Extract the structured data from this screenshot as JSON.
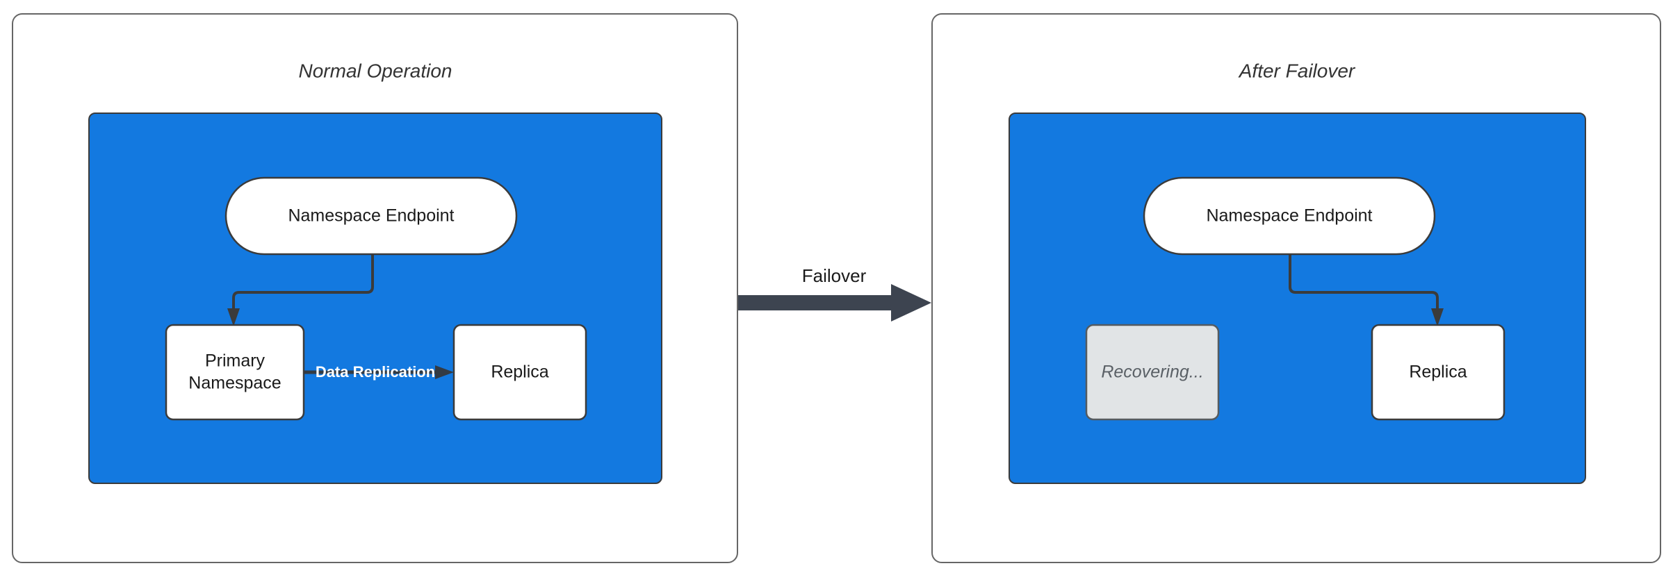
{
  "diagram": {
    "kind": "failover-architecture-diagram",
    "background_color": "#ffffff",
    "accent_blue": "#1379e0",
    "muted_gray": "#e1e4e6",
    "stroke_dark": "#3b3b3b",
    "arrow_dark": "#3d4450",
    "panels": [
      {
        "id": "normal-operation",
        "title": "Normal Operation",
        "nodes": [
          {
            "id": "endpoint-left",
            "label": "Namespace Endpoint",
            "shape": "pill",
            "style": "white"
          },
          {
            "id": "primary-namespace",
            "label": "Primary\nNamespace",
            "line1": "Primary",
            "line2": "Namespace",
            "shape": "rect",
            "style": "white"
          },
          {
            "id": "replica-left",
            "label": "Replica",
            "shape": "rect",
            "style": "white"
          }
        ],
        "edges": [
          {
            "id": "endpoint-to-primary",
            "from": "endpoint-left",
            "to": "primary-namespace",
            "label": ""
          },
          {
            "id": "primary-to-replica",
            "from": "primary-namespace",
            "to": "replica-left",
            "label": "Data Replication"
          }
        ]
      },
      {
        "id": "after-failover",
        "title": "After Failover",
        "nodes": [
          {
            "id": "endpoint-right",
            "label": "Namespace Endpoint",
            "shape": "pill",
            "style": "white"
          },
          {
            "id": "recovering",
            "label": "Recovering...",
            "shape": "rect",
            "style": "muted"
          },
          {
            "id": "replica-right",
            "label": "Replica",
            "shape": "rect",
            "style": "white"
          }
        ],
        "edges": [
          {
            "id": "endpoint-to-replica",
            "from": "endpoint-right",
            "to": "replica-right",
            "label": ""
          }
        ]
      }
    ],
    "transition": {
      "id": "failover-transition",
      "label": "Failover",
      "from_panel": "normal-operation",
      "to_panel": "after-failover",
      "direction": "right"
    }
  }
}
